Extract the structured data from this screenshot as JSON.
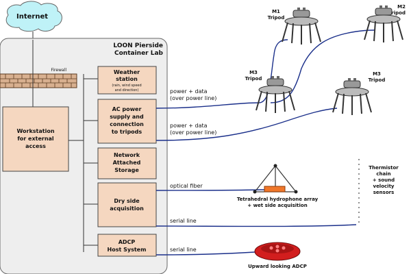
{
  "internet": {
    "label": "Internet"
  },
  "container": {
    "title_line1": "LOON Pierside",
    "title_line2": "Container Lab"
  },
  "firewall": {
    "label": "Firewall"
  },
  "workstation": {
    "line1": "Workstation",
    "line2": "for external",
    "line3": "access"
  },
  "boxes": [
    {
      "line1": "Weather",
      "line2": "station",
      "line3": "(rain, wind speed",
      "line4": "and direction)"
    },
    {
      "line1": "AC power",
      "line2": "supply and",
      "line3": "connection",
      "line4": "to tripods"
    },
    {
      "line1": "Network",
      "line2": "Attached",
      "line3": "Storage"
    },
    {
      "line1": "Dry side",
      "line2": "acquisition"
    },
    {
      "line1": "ADCP",
      "line2": "Host System"
    }
  ],
  "links": {
    "power_data_1a": "power + data",
    "power_data_1b": "(over power line)",
    "power_data_2a": "power + data",
    "power_data_2b": "(over power line)",
    "optical_fiber": "optical fiber",
    "serial_line_1": "serial line",
    "serial_line_2": "serial line"
  },
  "tripods": [
    {
      "name": "M1",
      "sub": "Tripod"
    },
    {
      "name": "M2",
      "sub": "Tripod"
    },
    {
      "name": "M3",
      "sub": "Tripod"
    },
    {
      "name": "M3",
      "sub": "Tripod"
    }
  ],
  "hydrophone": {
    "line1": "Tetrahedral hydrophone array",
    "line2": "+ wet side acquisition"
  },
  "thermistor": {
    "line1": "Thermistor",
    "line2": "chain",
    "line3": "+ sound",
    "line4": "velocity",
    "line5": "sensors"
  },
  "adcp": {
    "label": "Upward looking ADCP"
  },
  "colors": {
    "box_fill": "#f5d7c0",
    "container_fill": "#eeeeee",
    "cloud": "#bff2f7",
    "cable": "#1a2f8a",
    "orange": "#f0772a",
    "adcp_red": "#d21e1e"
  }
}
